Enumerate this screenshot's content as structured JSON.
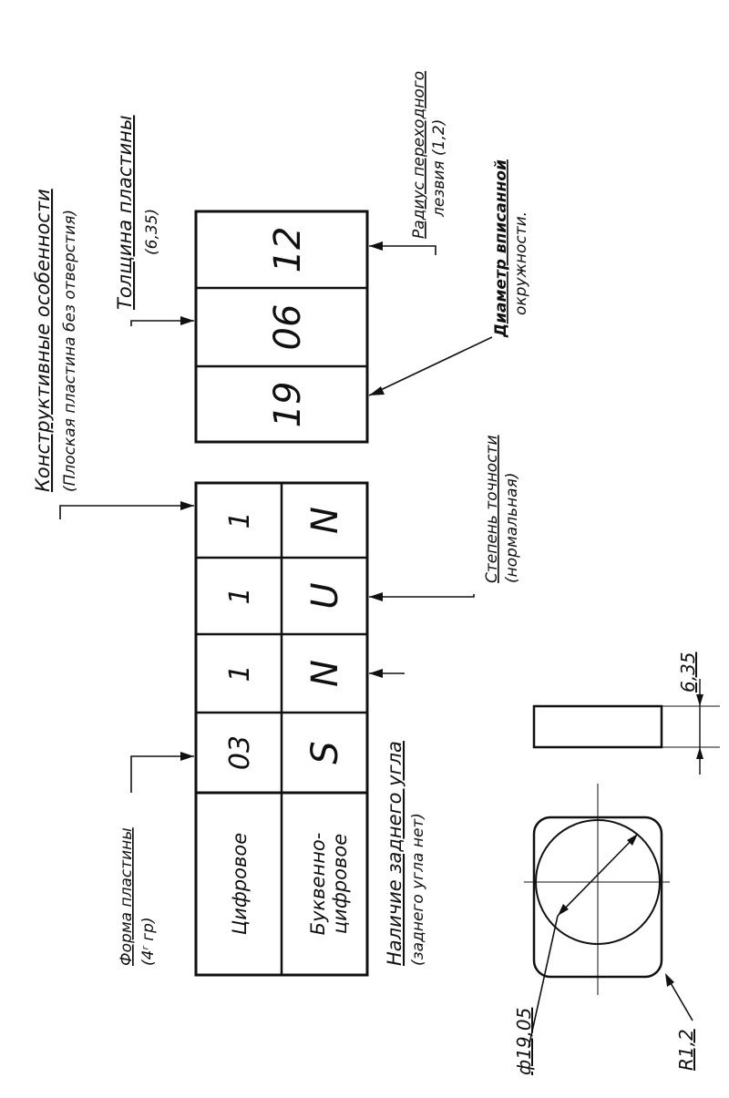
{
  "code_table": {
    "row_labels": [
      "Цифровое",
      "Буквенно-\nцифровое"
    ],
    "digital_values": [
      "03",
      "1",
      "1",
      "1"
    ],
    "alpha_values": [
      "S",
      "N",
      "U",
      "N"
    ]
  },
  "size_table": {
    "values": [
      "19",
      "06",
      "12"
    ]
  },
  "annotations": {
    "plate_shape": {
      "title": "Форма пластины",
      "sub": "(4ʳ гр)"
    },
    "design_features": {
      "title": "Конструктивные особенности",
      "sub": "(Плоская пластина без отверстия)"
    },
    "thickness": {
      "title": "Толщина пластины",
      "sub": "(6,35)"
    },
    "radius": {
      "title": "Радиус переходного",
      "sub": "лезвия (1,2)"
    },
    "diameter": {
      "title": "Диаметр вписанной",
      "sub": "окружности."
    },
    "accuracy": {
      "title": "Степень точности",
      "sub": "(нормальная)"
    },
    "relief_angle": {
      "title": "Наличие заднего угла",
      "sub": "(заднего угла нет)"
    }
  },
  "dimensions": {
    "diameter_label": "ф19,05",
    "radius_label": "R1,2",
    "thickness_label": "6,35"
  }
}
